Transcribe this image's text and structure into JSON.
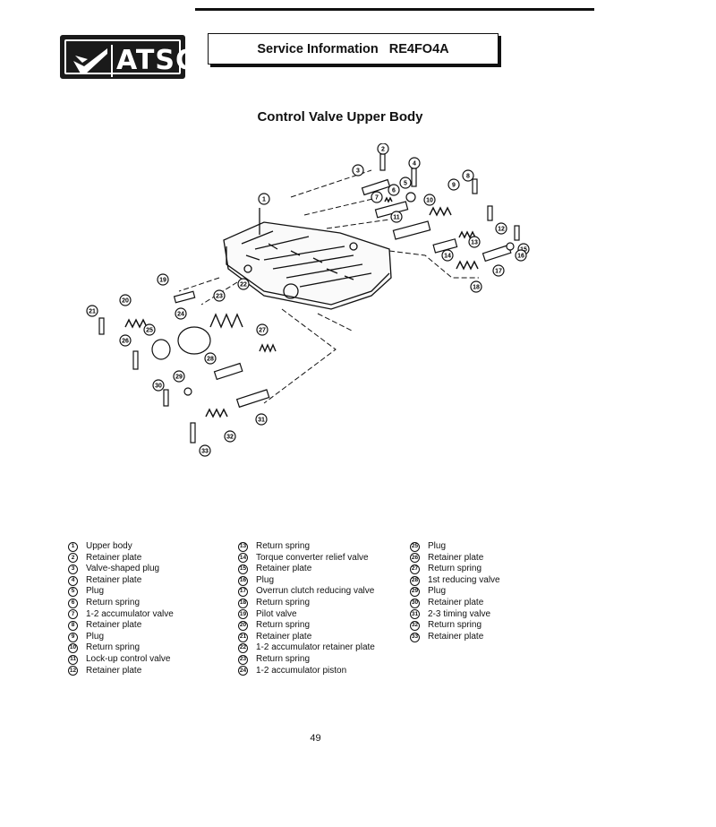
{
  "header": {
    "logo_text": "ATSG",
    "title_prefix": "Service Information",
    "title_model": "RE4FO4A"
  },
  "heading": "Control Valve Upper Body",
  "diagram": {
    "callouts": [
      "1",
      "2",
      "3",
      "4",
      "5",
      "6",
      "7",
      "8",
      "9",
      "10",
      "11",
      "12",
      "13",
      "14",
      "15",
      "16",
      "17",
      "18",
      "19",
      "20",
      "21",
      "22",
      "23",
      "24",
      "25",
      "26",
      "27",
      "28",
      "29",
      "30",
      "31",
      "32",
      "33"
    ]
  },
  "legend": {
    "column1": [
      {
        "num": "1",
        "label": "Upper body"
      },
      {
        "num": "2",
        "label": "Retainer plate"
      },
      {
        "num": "3",
        "label": "Valve-shaped plug"
      },
      {
        "num": "4",
        "label": "Retainer plate"
      },
      {
        "num": "5",
        "label": "Plug"
      },
      {
        "num": "6",
        "label": "Return spring"
      },
      {
        "num": "7",
        "label": "1-2 accumulator valve"
      },
      {
        "num": "8",
        "label": "Retainer plate"
      },
      {
        "num": "9",
        "label": "Plug"
      },
      {
        "num": "10",
        "label": "Return spring"
      },
      {
        "num": "11",
        "label": "Lock-up control valve"
      },
      {
        "num": "12",
        "label": "Retainer plate"
      }
    ],
    "column2": [
      {
        "num": "13",
        "label": "Return spring"
      },
      {
        "num": "14",
        "label": "Torque converter relief valve"
      },
      {
        "num": "15",
        "label": "Retainer plate"
      },
      {
        "num": "16",
        "label": "Plug"
      },
      {
        "num": "17",
        "label": "Overrun clutch reducing valve"
      },
      {
        "num": "18",
        "label": "Return spring"
      },
      {
        "num": "19",
        "label": "Pilot valve"
      },
      {
        "num": "20",
        "label": "Return spring"
      },
      {
        "num": "21",
        "label": "Retainer plate"
      },
      {
        "num": "22",
        "label": "1-2 accumulator retainer plate"
      },
      {
        "num": "23",
        "label": "Return spring"
      },
      {
        "num": "24",
        "label": "1-2 accumulator piston"
      }
    ],
    "column3": [
      {
        "num": "25",
        "label": "Plug"
      },
      {
        "num": "26",
        "label": "Retainer plate"
      },
      {
        "num": "27",
        "label": "Return spring"
      },
      {
        "num": "28",
        "label": "1st reducing valve"
      },
      {
        "num": "29",
        "label": "Plug"
      },
      {
        "num": "30",
        "label": "Retainer plate"
      },
      {
        "num": "31",
        "label": "2-3 timing valve"
      },
      {
        "num": "32",
        "label": "Return spring"
      },
      {
        "num": "33",
        "label": "Retainer plate"
      }
    ]
  },
  "page_number": "49"
}
